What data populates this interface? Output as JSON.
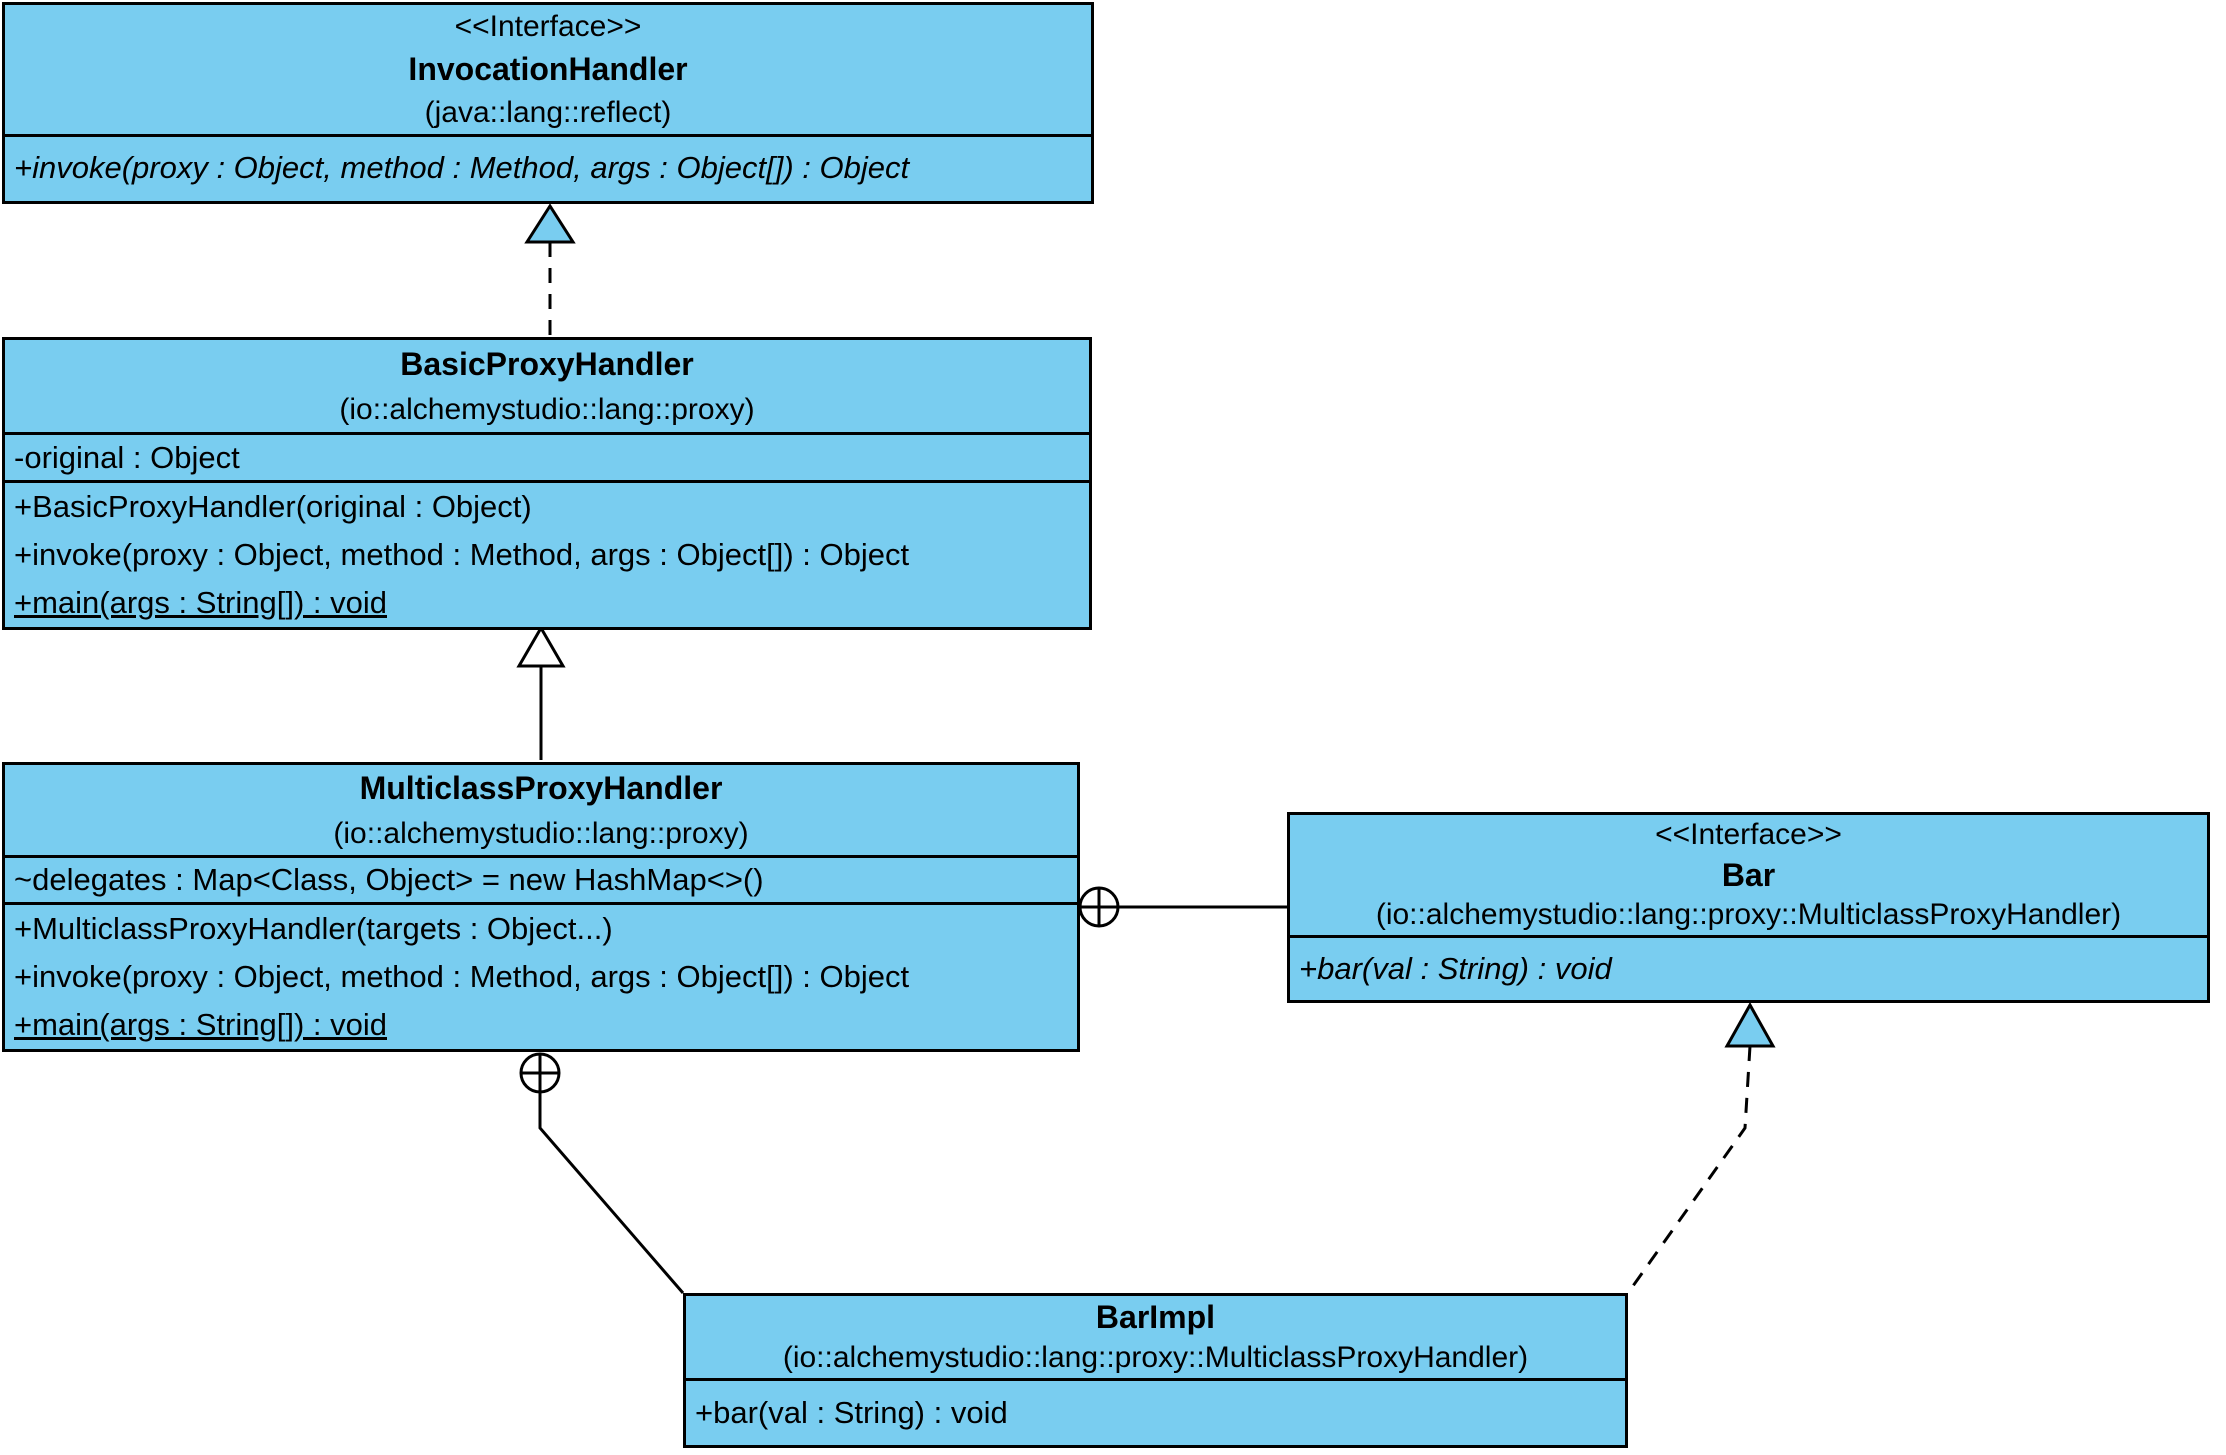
{
  "diagram": {
    "background": "#ffffff",
    "box_fill": "#79CDF0",
    "line_color": "#000000"
  },
  "classes": {
    "invocation_handler": {
      "stereotype": "<<Interface>>",
      "name": "InvocationHandler",
      "package": "(java::lang::reflect)",
      "methods": [
        "+invoke(proxy : Object, method : Method, args : Object[]) : Object"
      ]
    },
    "basic_proxy_handler": {
      "name": "BasicProxyHandler",
      "package": "(io::alchemystudio::lang::proxy)",
      "attributes": [
        "-original : Object"
      ],
      "methods": [
        "+BasicProxyHandler(original : Object)",
        "+invoke(proxy : Object, method : Method, args : Object[]) : Object",
        "+main(args : String[]) : void"
      ]
    },
    "multiclass_proxy_handler": {
      "name": "MulticlassProxyHandler",
      "package": "(io::alchemystudio::lang::proxy)",
      "attributes": [
        "~delegates : Map<Class, Object> = new HashMap<>()"
      ],
      "methods": [
        "+MulticlassProxyHandler(targets : Object...)",
        "+invoke(proxy : Object, method : Method, args : Object[]) : Object",
        "+main(args : String[]) : void"
      ]
    },
    "bar": {
      "stereotype": "<<Interface>>",
      "name": "Bar",
      "package": "(io::alchemystudio::lang::proxy::MulticlassProxyHandler)",
      "methods": [
        "+bar(val : String) : void"
      ]
    },
    "bar_impl": {
      "name": "BarImpl",
      "package": "(io::alchemystudio::lang::proxy::MulticlassProxyHandler)",
      "methods": [
        "+bar(val : String) : void"
      ]
    }
  },
  "relationships": [
    {
      "type": "realization",
      "from": "BasicProxyHandler",
      "to": "InvocationHandler",
      "line": "dashed",
      "arrow": "filled-triangle"
    },
    {
      "type": "generalization",
      "from": "MulticlassProxyHandler",
      "to": "BasicProxyHandler",
      "line": "solid",
      "arrow": "open-triangle"
    },
    {
      "type": "containment",
      "from": "MulticlassProxyHandler",
      "to": "Bar",
      "line": "solid",
      "arrow": "circle-plus-anchor"
    },
    {
      "type": "containment",
      "from": "MulticlassProxyHandler",
      "to": "BarImpl",
      "line": "solid",
      "arrow": "circle-plus-anchor"
    },
    {
      "type": "realization",
      "from": "BarImpl",
      "to": "Bar",
      "line": "dashed",
      "arrow": "filled-triangle"
    }
  ]
}
